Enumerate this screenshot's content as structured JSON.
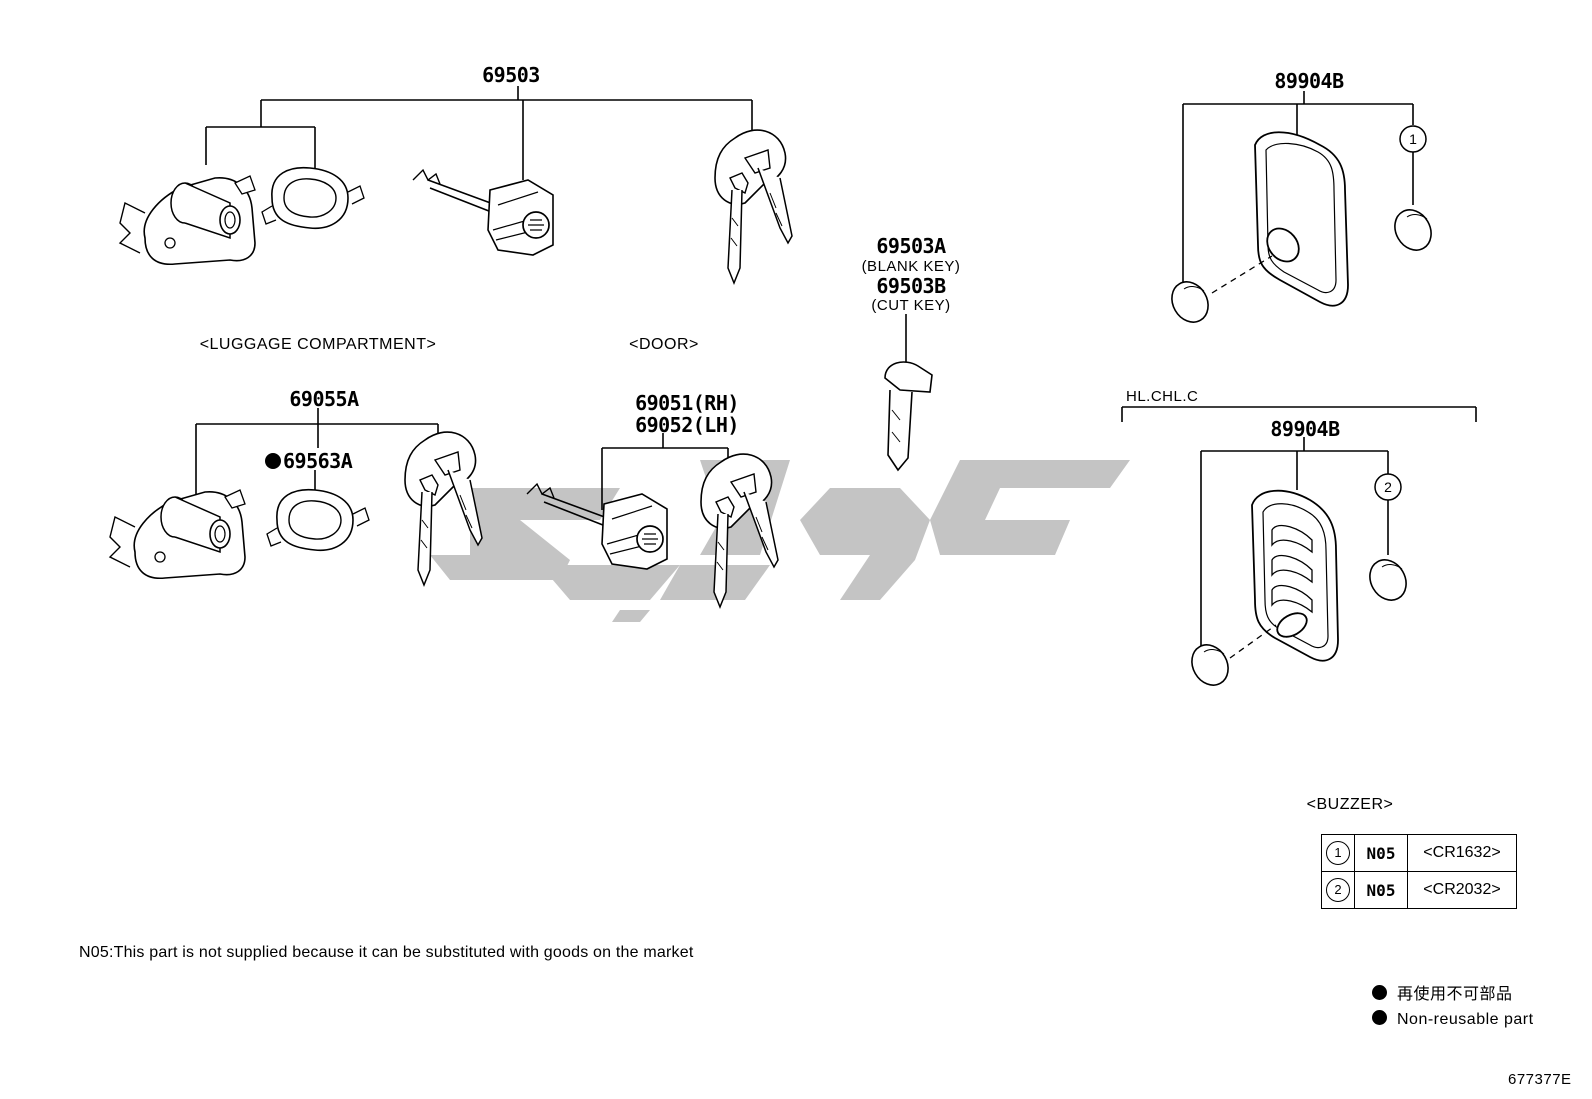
{
  "parts": {
    "p69503": "69503",
    "p69503a": "69503A",
    "blank_key": "(BLANK KEY)",
    "p69503b": "69503B",
    "cut_key": "(CUT KEY)",
    "p69055a": "69055A",
    "p69563a": "69563A",
    "p69051": "69051(RH)",
    "p69052": "69052(LH)",
    "p89904b_top": "89904B",
    "p89904b_bottom": "89904B",
    "callout_1": "1",
    "callout_2": "2"
  },
  "labels": {
    "luggage": "<LUGGAGE COMPARTMENT>",
    "door": "<DOOR>",
    "hl_chl": "HL.CHL.C",
    "buzzer": "<BUZZER>"
  },
  "battery_table": [
    {
      "num": "1",
      "code": "N05",
      "type": "<CR1632>"
    },
    {
      "num": "2",
      "code": "N05",
      "type": "<CR2032>"
    }
  ],
  "note": "N05:This part is not supplied because it can be substituted with goods on the market",
  "legend": {
    "jp": "再使用不可部品",
    "en": "Non-reusable part"
  },
  "figure_id": "677377E",
  "colors": {
    "line": "#000000",
    "watermark": "#c4c4c4"
  },
  "icons": [
    "lock-cylinder-icon",
    "door-lock-icon",
    "key-icon",
    "smart-key-fob-icon",
    "coin-battery-icon",
    "gasket-icon",
    "blank-key-icon"
  ]
}
